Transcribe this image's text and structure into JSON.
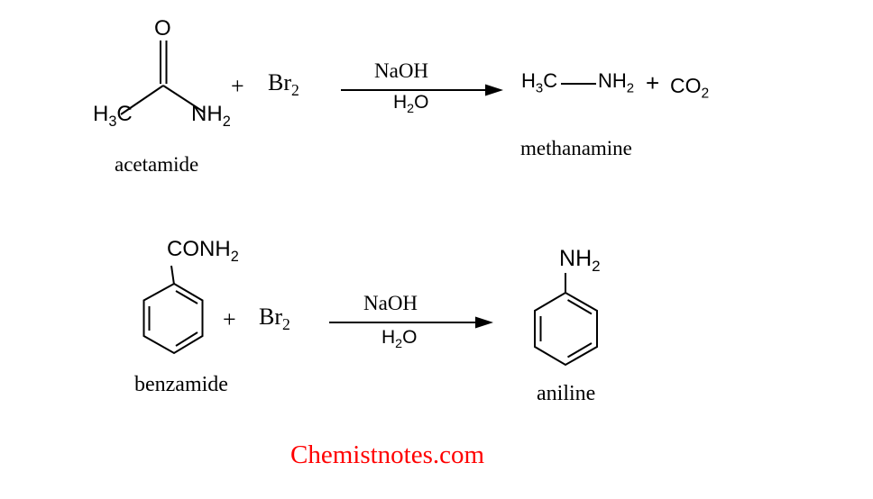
{
  "ink_color": "#000000",
  "watermark": {
    "text": "Chemistnotes.com",
    "color": "#ff0000"
  },
  "reaction1": {
    "reactant": {
      "oxygen": "O",
      "methyl": "H_3C",
      "amide": "NH_2",
      "name": "acetamide"
    },
    "plus_before_reagent": "+",
    "reagent": "Br_2",
    "arrow_above": "NaOH",
    "arrow_below": "H_2O",
    "product": {
      "methyl": "H_3C",
      "amine": "NH_2",
      "name": "methanamine"
    },
    "plus_before_byproduct": "+",
    "byproduct": "CO_2"
  },
  "reaction2": {
    "reactant": {
      "group": "CONH_2",
      "name": "benzamide"
    },
    "plus_before_reagent": "+",
    "reagent": "Br_2",
    "arrow_above": "NaOH",
    "arrow_below": "H_2O",
    "product": {
      "group": "NH_2",
      "name": "aniline"
    }
  }
}
